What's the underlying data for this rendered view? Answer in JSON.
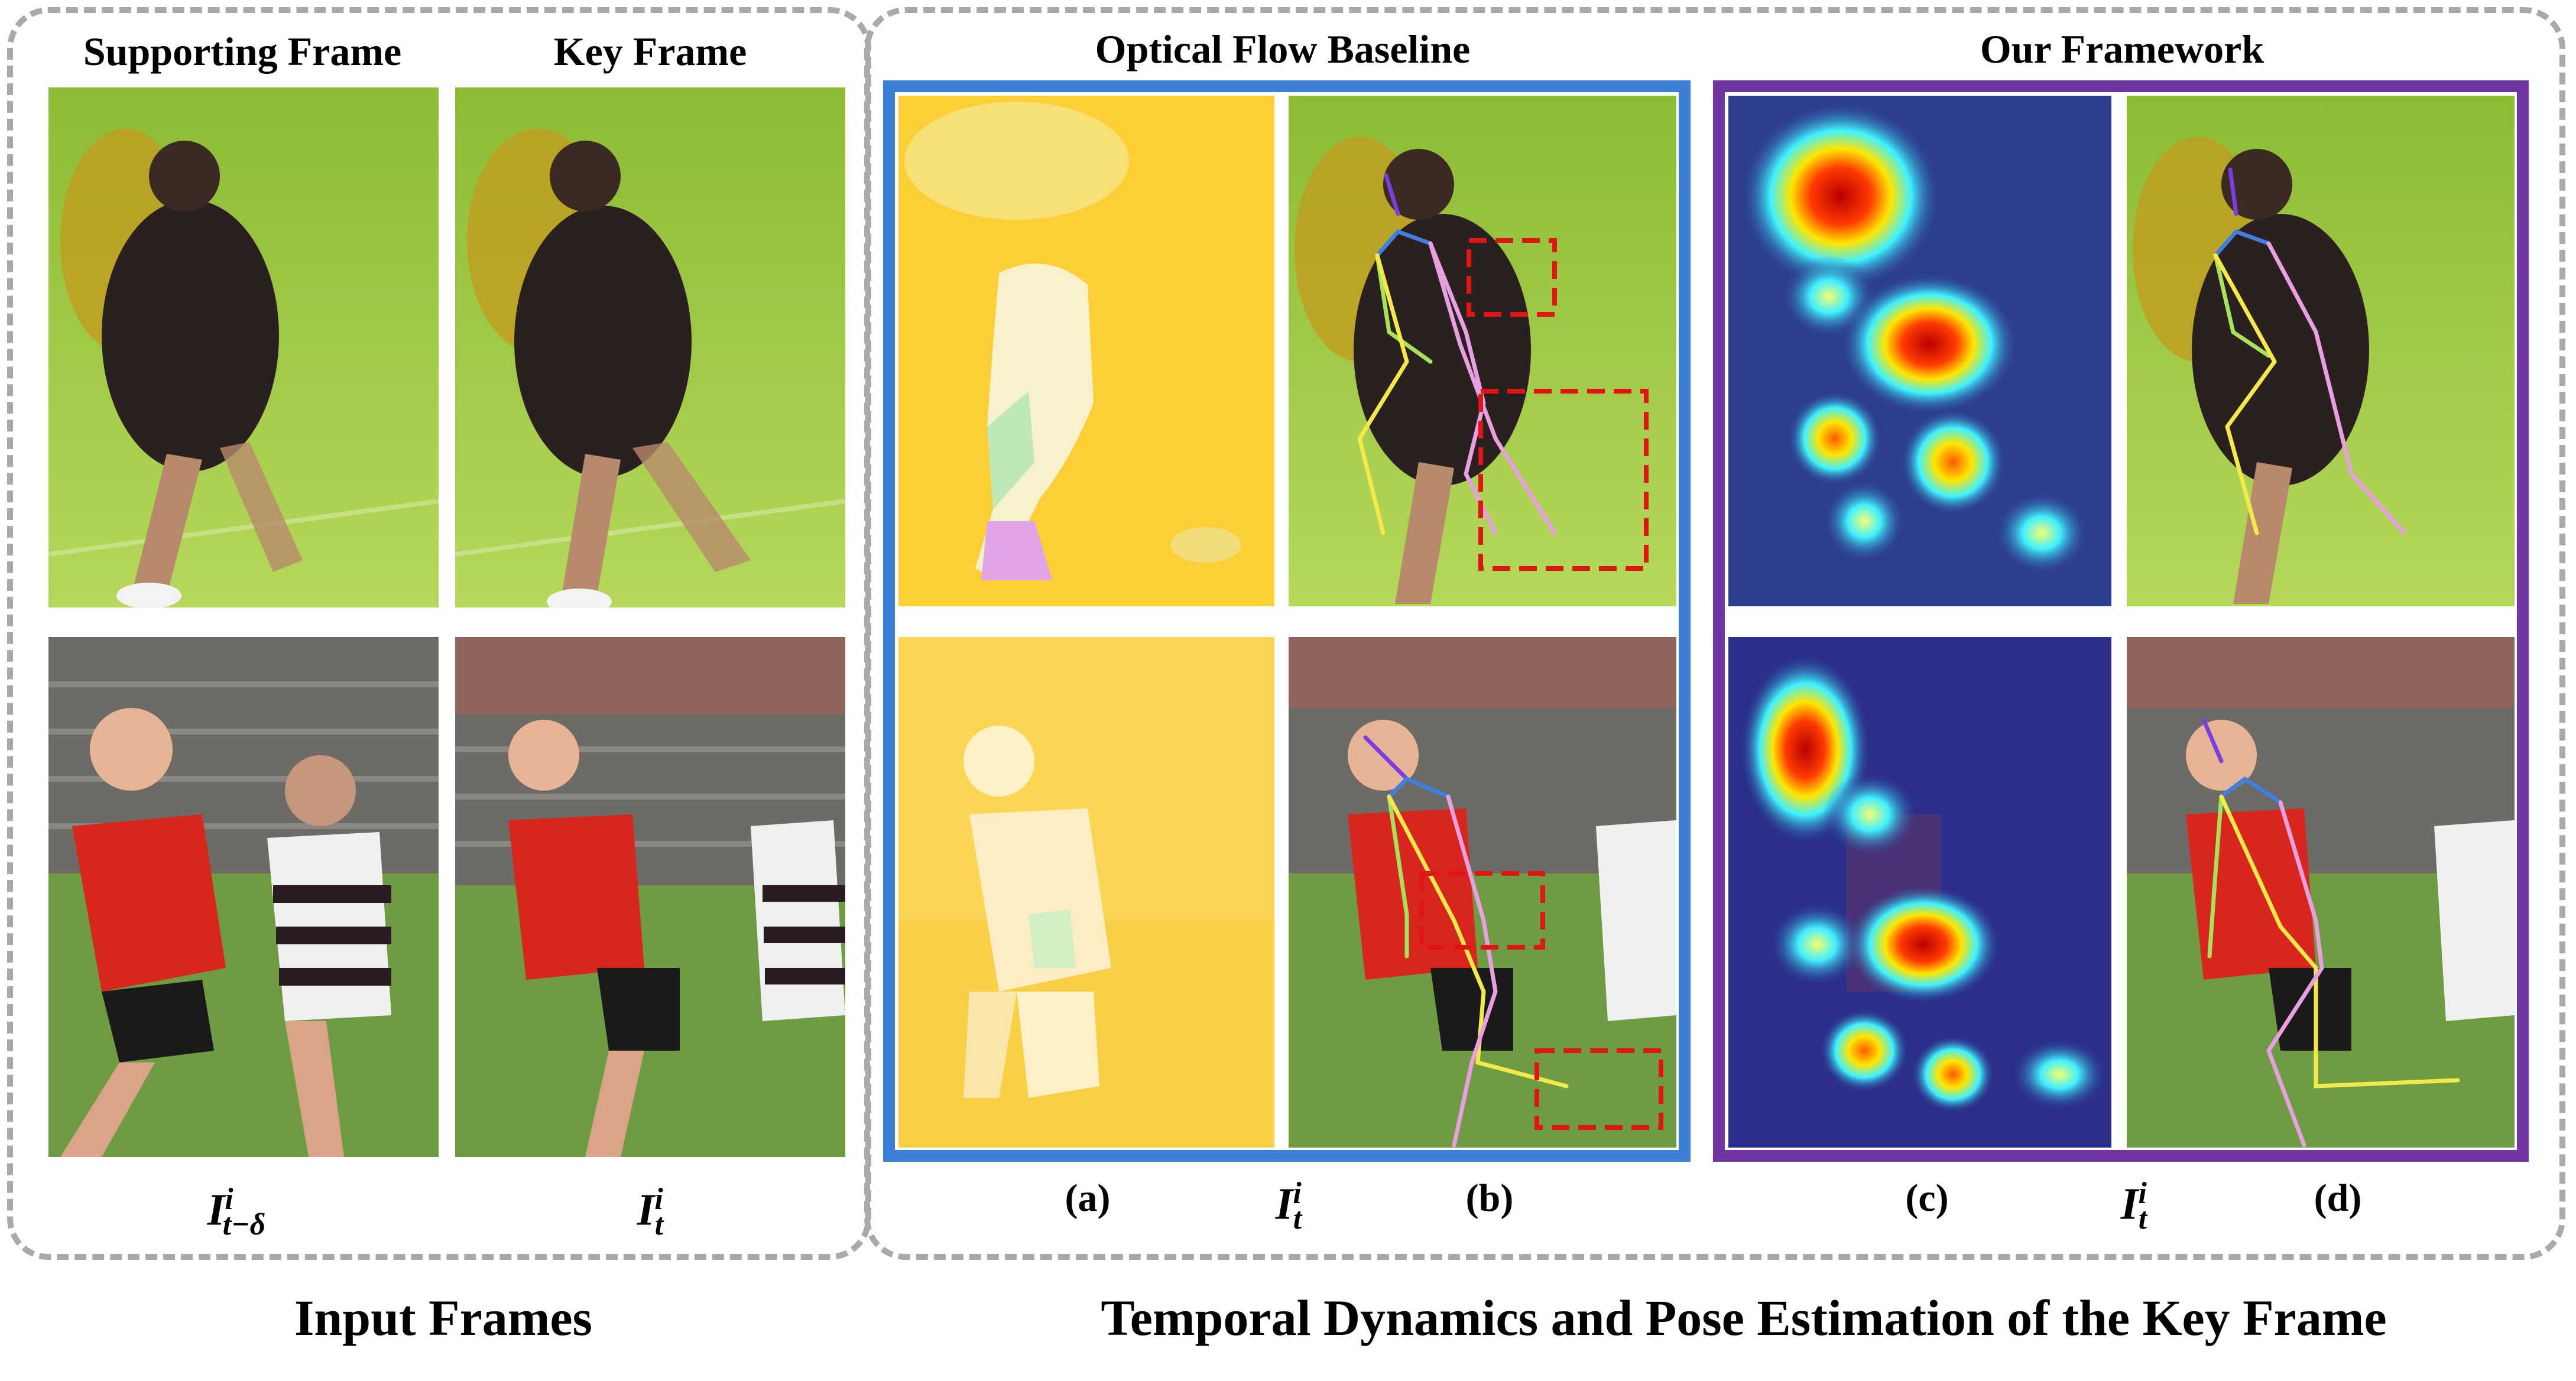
{
  "figure": {
    "headers": {
      "supporting_frame": "Supporting Frame",
      "key_frame": "Key Frame",
      "optical_flow": "Optical Flow Baseline",
      "our_framework": "Our Framework"
    },
    "captions": {
      "a": "(a)",
      "b": "(b)",
      "c": "(c)",
      "d": "(d)"
    },
    "math": {
      "base": "I",
      "sup": "i",
      "sub_support": "t−δ",
      "sub_key": "t"
    },
    "section_titles": {
      "left": "Input Frames",
      "right": "Temporal Dynamics and Pose Estimation of the Key Frame"
    },
    "colors": {
      "dash_border": "#a9a9a9",
      "flow_border": "#3c7fd6",
      "framework_border": "#6f35a0",
      "highlight_box": "#e01515",
      "grass": "#a4cc45",
      "flow_bg": "#fbd03a",
      "heatmap_bg": "#2a3a8f"
    }
  }
}
